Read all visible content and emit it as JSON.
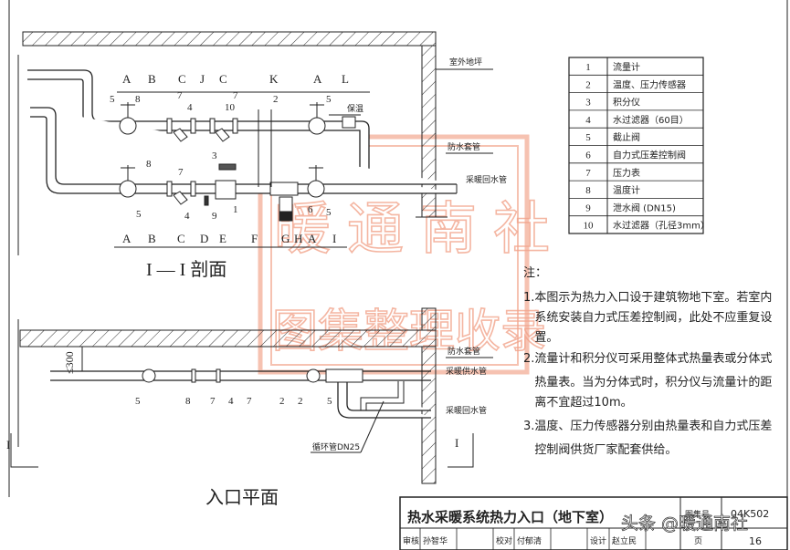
{
  "section": {
    "title": "I — I  剖面",
    "dims_top": [
      "A",
      "B",
      "C",
      "J",
      "C",
      "K",
      "A",
      "L"
    ],
    "dims_bottom": [
      "A",
      "B",
      "C",
      "D",
      "E",
      "F",
      "G",
      "H",
      "A",
      "I"
    ],
    "labels": {
      "outdoor_grade": "室外地坪",
      "insulation": "保温",
      "waterproof_sleeve": "防水套管",
      "return_pipe": "采暖回水管"
    },
    "callouts_upper": [
      "5",
      "8",
      "7",
      "4",
      "7",
      "10",
      "2",
      "5"
    ],
    "callouts_lower": [
      "8",
      "7",
      "3",
      "5",
      "4",
      "9",
      "1",
      "6",
      "5"
    ]
  },
  "plan": {
    "title": "入口平面",
    "dim": "≤300",
    "section_mark": "I",
    "labels": {
      "waterproof_sleeve": "防水套管",
      "supply_pipe": "采暖供水管",
      "return_pipe": "采暖回水管",
      "bypass": "循环管DN25"
    },
    "callouts": [
      "5",
      "8",
      "7",
      "4",
      "7",
      "2",
      "2",
      "5"
    ]
  },
  "legend": [
    {
      "no": "1",
      "name": "流量计"
    },
    {
      "no": "2",
      "name": "温度、压力传感器"
    },
    {
      "no": "3",
      "name": "积分仪"
    },
    {
      "no": "4",
      "name": "水过滤器（60目）"
    },
    {
      "no": "5",
      "name": "截止阀"
    },
    {
      "no": "6",
      "name": "自力式压差控制阀"
    },
    {
      "no": "7",
      "name": "压力表"
    },
    {
      "no": "8",
      "name": "温度计"
    },
    {
      "no": "9",
      "name": "泄水阀  (DN15)"
    },
    {
      "no": "10",
      "name": "水过滤器（孔径3mm）"
    }
  ],
  "notes": {
    "heading": "注：",
    "lines": [
      "1.本图示为热力入口设于建筑物地下室。若室内",
      "   系统安装自力式压差控制阀，此处不应重复设",
      "   置。",
      "2.流量计和积分仪可采用整体式热量表或分体式",
      "   热量表。当为分体式时，积分仪与流量计的距",
      "   离不宜超过10m。",
      "3.温度、压力传感器分别由热量表和自力式压差",
      "   控制阀供货厂家配套供给。"
    ]
  },
  "title_block": {
    "title": "热水采暖系统热力入口（地下室）",
    "atlas_label": "图集号",
    "atlas_no": "04K502",
    "row": [
      "审核",
      "孙智华",
      "校对",
      "付郁清",
      "设计",
      "赵立民",
      "页",
      "16"
    ]
  },
  "watermark": {
    "line1": "暖通南社",
    "line2": "图集整理收录",
    "credit": "头条 @暖通南社"
  },
  "colors": {
    "line": "#222222",
    "watermark": "#f2a48c"
  }
}
